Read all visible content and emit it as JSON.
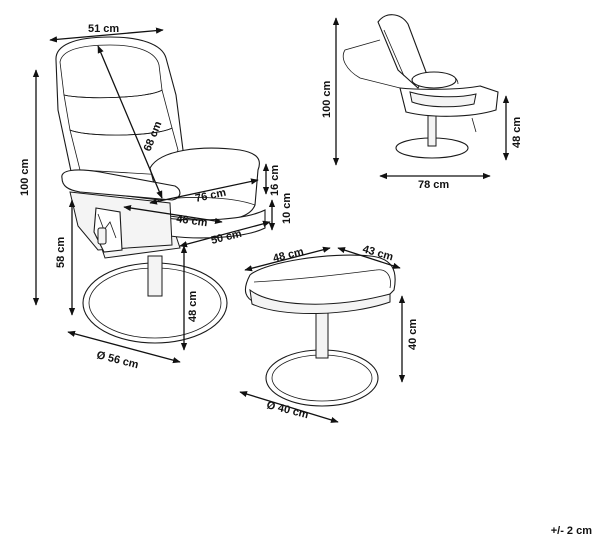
{
  "dimensions": {
    "chair_width": "51 cm",
    "chair_height": "100 cm",
    "backrest_diagonal": "68 cm",
    "armrest_height": "16 cm",
    "depth_76": "76 cm",
    "seat_depth": "46 cm",
    "seat_thickness": "10 cm",
    "seat_width": "50 cm",
    "seat_height": "58 cm",
    "base_height": "48 cm",
    "base_diameter": "Ø 56 cm",
    "reclined_height": "100 cm",
    "reclined_length": "78 cm",
    "reclined_seat_height": "48 cm",
    "ottoman_width": "48 cm",
    "ottoman_depth": "43 cm",
    "ottoman_height": "40 cm",
    "ottoman_base": "Ø 40 cm"
  },
  "tolerance": "+/- 2 cm"
}
